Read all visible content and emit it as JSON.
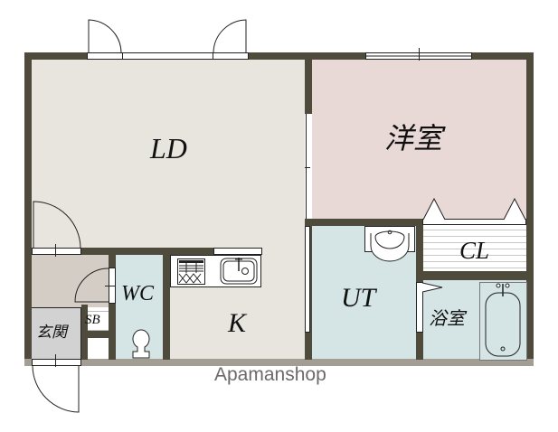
{
  "floorplan": {
    "colors": {
      "wall": "#4e4a3c",
      "wall_bottom": "#a29e94",
      "ld_k_floor": "#e8e5df",
      "bedroom_floor": "#e8d8d6",
      "wet_area_floor": "#d5e4e4",
      "hall_floor": "#d3cdc5",
      "genkan_floor": "#d2d2d2",
      "closet_floor": "#ffffff"
    },
    "rooms": {
      "ld": "LD",
      "bedroom": "洋室",
      "closet": "CL",
      "utility": "UT",
      "bath": "浴室",
      "wc": "WC",
      "kitchen": "K",
      "shoebox": "SB",
      "entrance": "玄関"
    },
    "watermark": "Apamanshop"
  }
}
